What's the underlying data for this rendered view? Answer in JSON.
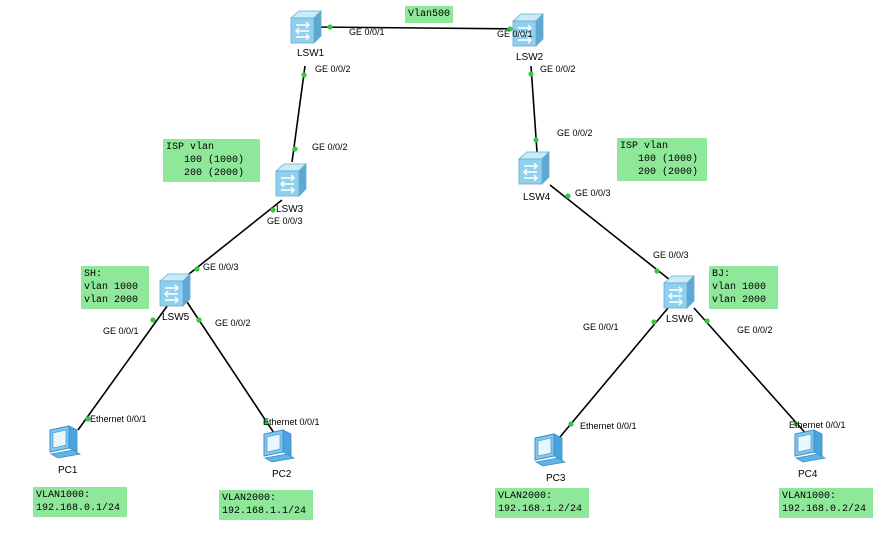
{
  "diagram": {
    "devices": {
      "lsw1": "LSW1",
      "lsw2": "LSW2",
      "lsw3": "LSW3",
      "lsw4": "LSW4",
      "lsw5": "LSW5",
      "lsw6": "LSW6",
      "pc1": "PC1",
      "pc2": "PC2",
      "pc3": "PC3",
      "pc4": "PC4"
    },
    "ports": {
      "lsw1_lsw2_a": "GE 0/0/1",
      "lsw1_lsw2_b": "GE 0/0/1",
      "lsw1_lsw3_a": "GE 0/0/2",
      "lsw1_lsw3_b": "GE 0/0/2",
      "lsw2_lsw4_a": "GE 0/0/2",
      "lsw2_lsw4_b": "GE 0/0/2",
      "lsw3_lsw5_a": "GE 0/0/3",
      "lsw3_lsw5_b": "GE 0/0/3",
      "lsw4_lsw6_a": "GE 0/0/3",
      "lsw4_lsw6_b": "GE 0/0/3",
      "lsw5_pc1": "GE 0/0/1",
      "lsw5_pc2": "GE 0/0/2",
      "lsw6_pc3": "GE 0/0/1",
      "lsw6_pc4": "GE 0/0/2",
      "pc1_eth": "Ethernet 0/0/1",
      "pc2_eth": "Ethernet 0/0/1",
      "pc3_eth": "Ethernet 0/0/1",
      "pc4_eth": "Ethernet 0/0/1"
    },
    "notes": {
      "vlan500": "Vlan500",
      "isp_left": [
        "ISP vlan",
        "   100 (1000)",
        "   200 (2000)"
      ],
      "isp_right": [
        "ISP vlan",
        "   100 (1000)",
        "   200 (2000)"
      ],
      "sh": [
        "SH:",
        "vlan 1000",
        "vlan 2000"
      ],
      "bj": [
        "BJ:",
        "vlan 1000",
        "vlan 2000"
      ],
      "pc1_net": [
        "VLAN1000:",
        "192.168.0.1/24"
      ],
      "pc2_net": [
        "VLAN2000:",
        "192.168.1.1/24"
      ],
      "pc3_net": [
        "VLAN2000:",
        "192.168.1.2/24"
      ],
      "pc4_net": [
        "VLAN1000:",
        "192.168.0.2/24"
      ]
    }
  },
  "colors": {
    "note_bg": "#8fe89a",
    "port_dot": "#2ecc40",
    "switch_face": "#8fd0ef",
    "pc_body": "#7fc6f0"
  },
  "icons": {
    "switch": "switch-icon",
    "pc": "pc-icon"
  }
}
